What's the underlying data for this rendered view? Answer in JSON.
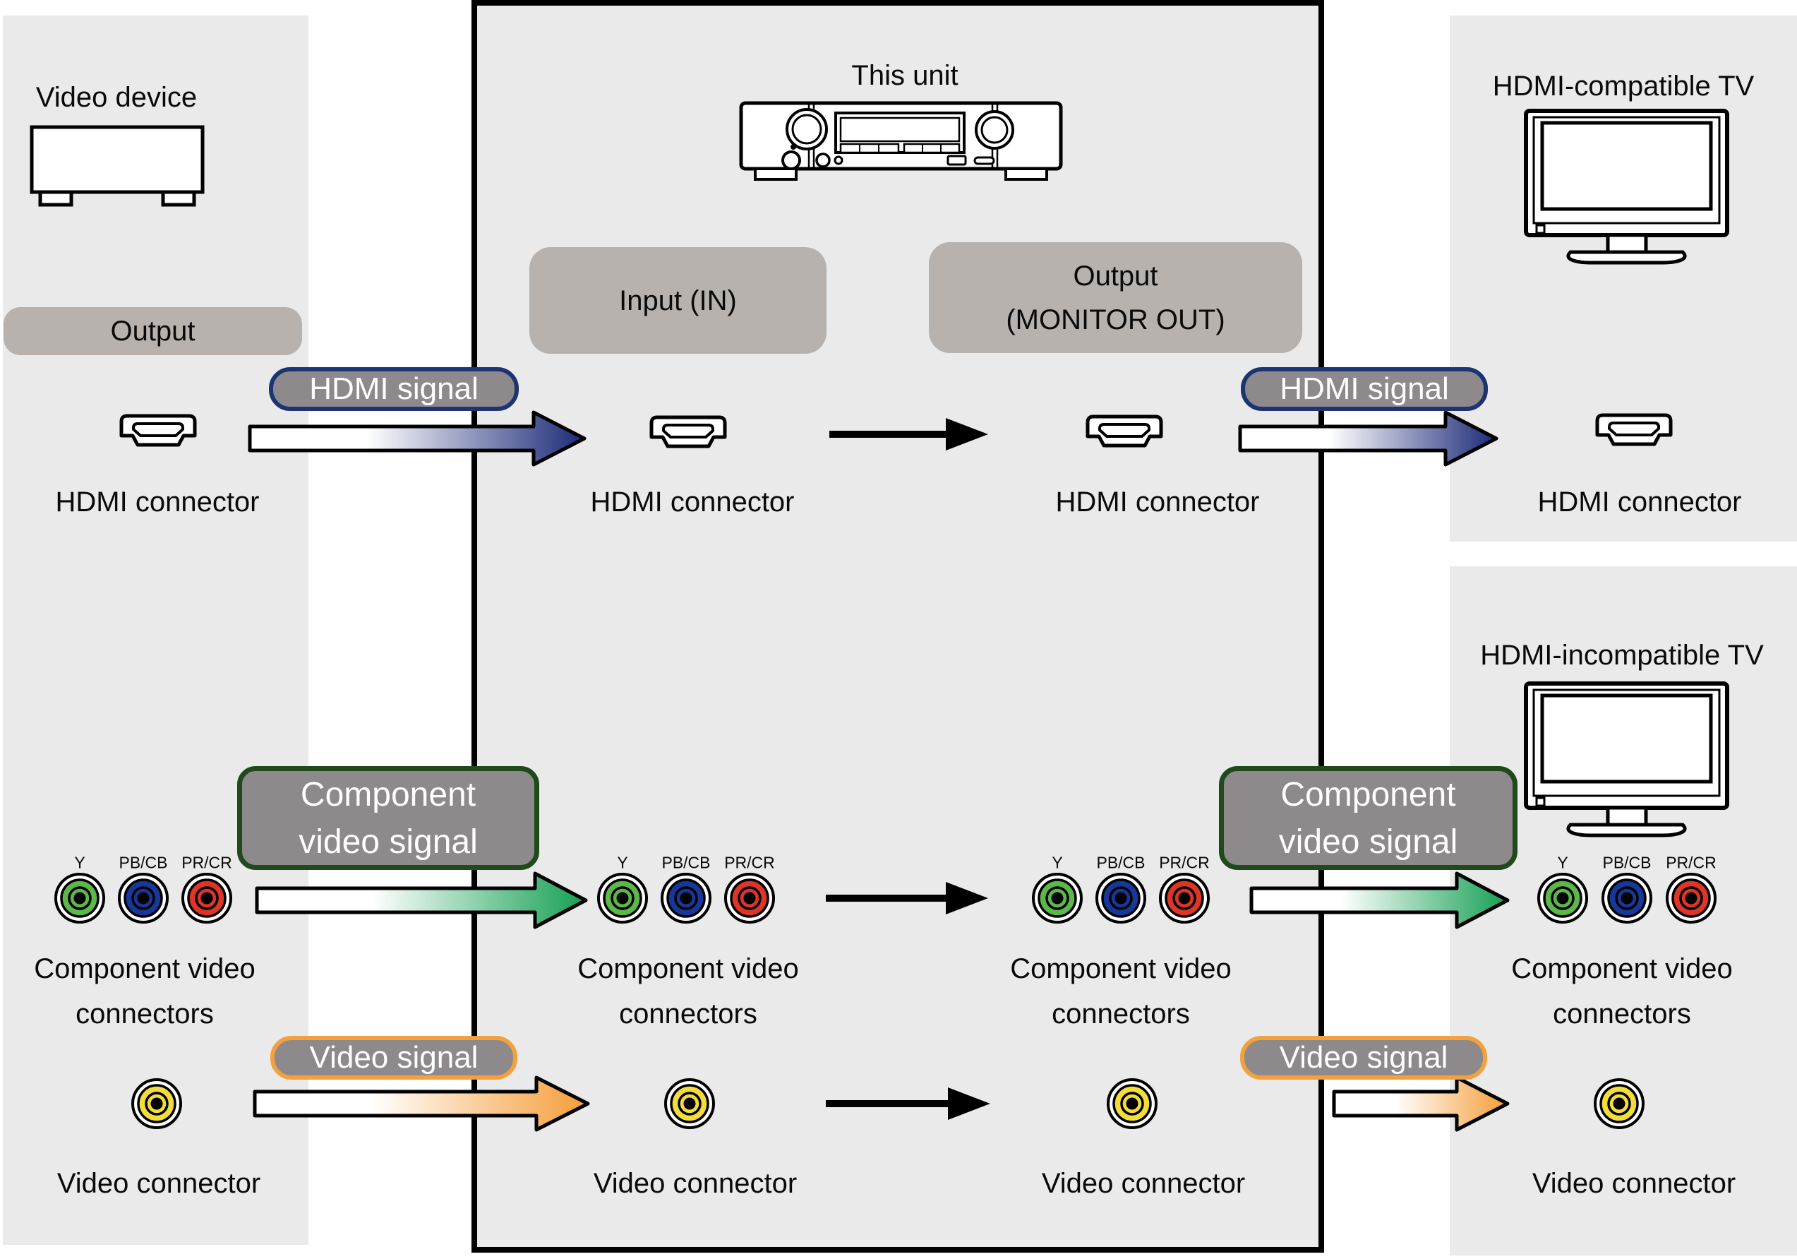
{
  "titles": {
    "video_device": "Video device",
    "this_unit": "This unit",
    "tv_compatible": "HDMI-compatible TV",
    "tv_incompatible": "HDMI-incompatible TV"
  },
  "port_labels": {
    "output": "Output",
    "input": "Input (IN)",
    "monitor_out_line1": "Output",
    "monitor_out_line2": "(MONITOR OUT)"
  },
  "badges": {
    "hdmi": "HDMI signal",
    "component_line1": "Component",
    "component_line2": "video signal",
    "video": "Video signal"
  },
  "connectors": {
    "hdmi": "HDMI connector",
    "component_line1": "Component video",
    "component_line2": "connectors",
    "video": "Video connector",
    "rca_y": "Y",
    "rca_pb": "PB/CB",
    "rca_pr": "PR/CR"
  },
  "colors": {
    "panel": "#eaeaea",
    "label": "#b7b2ae",
    "badge": "#8e898b",
    "navy": "#1d3472",
    "navy2": "#1b2a78",
    "greenDark": "#1f4a1c",
    "green": "#16a054",
    "orange": "#f2a13e",
    "orange2": "#f59d38",
    "rcaGreen": "#5cb849",
    "rcaBlue": "#16389b",
    "rcaRed": "#dd3527",
    "rcaYellow": "#f2dd3c"
  }
}
